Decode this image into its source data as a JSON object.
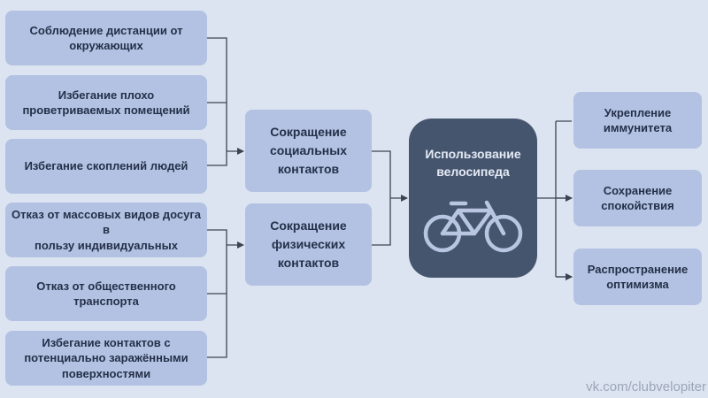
{
  "left_items": [
    {
      "line1": "Соблюдение дистанции от",
      "line2": "окружающих"
    },
    {
      "line1": "Избегание плохо",
      "line2": "проветриваемых помещений"
    },
    {
      "line1": "Избегание скоплений людей",
      "line2": ""
    },
    {
      "line1": "Отказ от массовых видов досуга в",
      "line2": "пользу индивидуальных"
    },
    {
      "line1": "Отказ от общественного",
      "line2": "транспорта"
    },
    {
      "line1": "Избегание контактов с",
      "line2": "потенциально заражёнными",
      "line3": "поверхностями"
    }
  ],
  "middle_items": [
    {
      "line1": "Сокращение",
      "line2": "социальных",
      "line3": "контактов"
    },
    {
      "line1": "Сокращение",
      "line2": "физических",
      "line3": "контактов"
    }
  ],
  "center": {
    "line1": "Использование",
    "line2": "велосипеда",
    "icon": "bicycle-icon"
  },
  "right_items": [
    {
      "line1": "Укрепление",
      "line2": "иммунитета"
    },
    {
      "line1": "Сохранение",
      "line2": "спокойствия"
    },
    {
      "line1": "Распространение",
      "line2": "оптимизма"
    }
  ],
  "watermark": "vk.com/clubvelopiter",
  "colors": {
    "background": "#dde4f1",
    "box": "#b3c2e2",
    "center_box": "#46556e",
    "text": "#243049",
    "connector": "#3c4454"
  }
}
